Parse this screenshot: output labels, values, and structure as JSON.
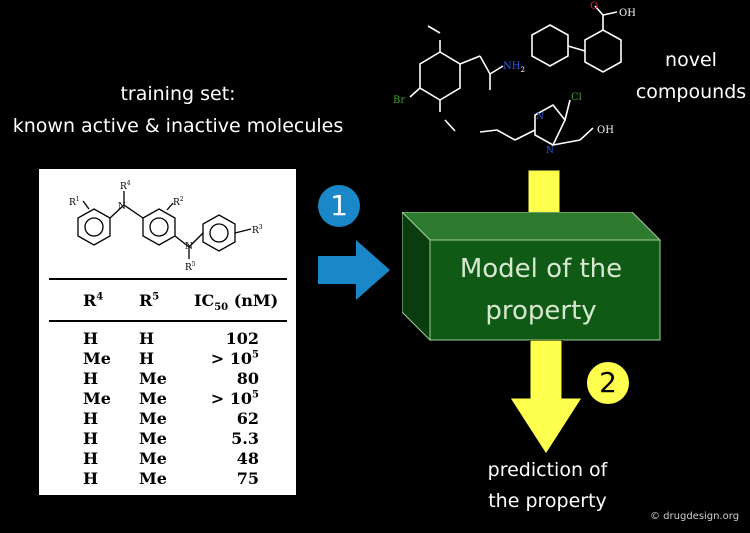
{
  "training_set": {
    "line1": "training set:",
    "line2": "known active & inactive molecules"
  },
  "novel_compounds": {
    "line1": "novel",
    "line2": "compounds"
  },
  "model": {
    "line1": "Model of the",
    "line2": "property"
  },
  "prediction": {
    "line1": "prediction of",
    "line2": "the property"
  },
  "steps": {
    "step1": "1",
    "step2": "2"
  },
  "credit": "© drugdesign.org",
  "table": {
    "header": {
      "r4": "R",
      "r4_sup": "4",
      "r5": "R",
      "r5_sup": "5",
      "ic": "IC",
      "ic_sub": "50",
      "ic_unit": " (nM)"
    },
    "rows": [
      {
        "r4": "H",
        "r5": "H",
        "ic": "102"
      },
      {
        "r4": "Me",
        "r5": "H",
        "ic": "> 10",
        "ic_sup": "5"
      },
      {
        "r4": "H",
        "r5": "Me",
        "ic": "80"
      },
      {
        "r4": "Me",
        "r5": "Me",
        "ic": "> 10",
        "ic_sup": "5"
      },
      {
        "r4": "H",
        "r5": "Me",
        "ic": "62"
      },
      {
        "r4": "H",
        "r5": "Me",
        "ic": "5.3"
      },
      {
        "r4": "H",
        "r5": "Me",
        "ic": "48"
      },
      {
        "r4": "H",
        "r5": "Me",
        "ic": "75"
      }
    ]
  },
  "scaffold_labels": {
    "r1": "R",
    "r1_sup": "1",
    "r2": "R",
    "r2_sup": "2",
    "r3": "R",
    "r3_sup": "3",
    "r4": "R",
    "r4_sup": "4",
    "r5": "R",
    "r5_sup": "5",
    "n": "N"
  },
  "molecule_labels": {
    "br": "Br",
    "nh2": "NH",
    "nh2_sub": "2",
    "o": "O",
    "oh": "OH",
    "cl": "Cl",
    "n": "N"
  },
  "colors": {
    "arrow_blue": "#1a87c8",
    "arrow_yellow": "#ffff4d",
    "box_green": "#0f5a14",
    "nitrogen": "#2b5be8",
    "bromine": "#3fa82c",
    "oxygen": "#d92020",
    "chlorine": "#3fa82c"
  }
}
